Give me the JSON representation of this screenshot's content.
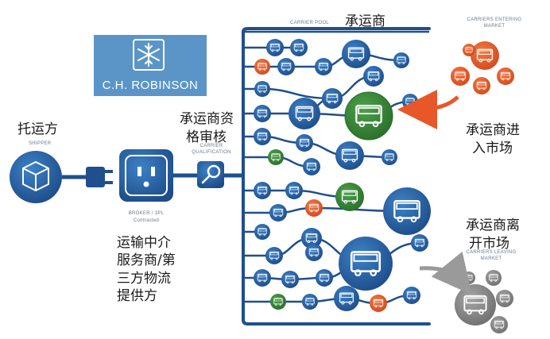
{
  "logo": {
    "text": "C.H. ROBINSON"
  },
  "labels": {
    "shipper_cn": "托运方",
    "shipper_en": "SHIPPER",
    "broker_en_1": "BROKER / 3PL",
    "broker_en_2": "Contracted",
    "broker_cn_1": "运输中介",
    "broker_cn_2": "服务商/第",
    "broker_cn_3": "三方物流",
    "broker_cn_4": "提供方",
    "qual_cn_1": "承运商资",
    "qual_cn_2": "格审核",
    "qual_en_1": "CARRIER",
    "qual_en_2": "QUALIFICATION",
    "pool_en": "CARRIER POOL",
    "pool_cn": "承运商",
    "entering_en_1": "CARRIERS ENTERING",
    "entering_en_2": "MARKET",
    "entering_cn_1": "承运商进",
    "entering_cn_2": "入市场",
    "leaving_cn_1": "承运商离",
    "leaving_cn_2": "开市场",
    "leaving_en_1": "CARRIERS LEAVING",
    "leaving_en_2": "MARKET"
  },
  "colors": {
    "navy": "#1f4f8c",
    "blue": "#2a6fb8",
    "light_blue": "#4a8fd0",
    "green": "#3c8a3c",
    "orange": "#e8572a",
    "grey": "#8a8a8a",
    "logo_bg": "#5b95c8"
  },
  "icons": [
    "box-icon",
    "plug-icon",
    "socket-icon",
    "magnifier-icon",
    "truck-icon"
  ]
}
